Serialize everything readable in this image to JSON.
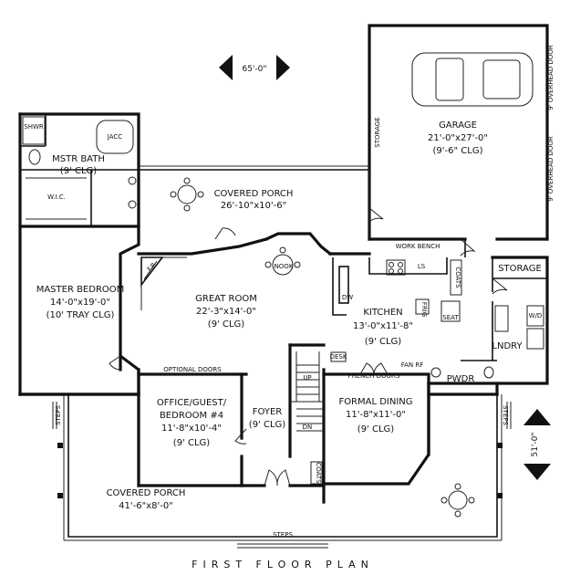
{
  "plan": {
    "title": "FIRST FLOOR PLAN",
    "overall_width": "65'-0\"",
    "overall_depth": "51'-0\"",
    "rooms": {
      "garage": {
        "name": "GARAGE",
        "size": "21'-0\"x27'-0\"",
        "ceiling": "(9'-6\" CLG)"
      },
      "covered_porch_rear": {
        "name": "COVERED PORCH",
        "size": "26'-10\"x10'-6\""
      },
      "master_bath": {
        "name": "MSTR BATH",
        "ceiling": "(9' CLG)"
      },
      "master_bedroom": {
        "name": "MASTER BEDROOM",
        "size": "14'-0\"x19'-0\"",
        "ceiling": "(10' TRAY CLG)"
      },
      "great_room": {
        "name": "GREAT ROOM",
        "size": "22'-3\"x14'-0\"",
        "ceiling": "(9' CLG)"
      },
      "nook": {
        "name": "NOOK"
      },
      "kitchen": {
        "name": "KITCHEN",
        "size": "13'-0\"x11'-8\"",
        "ceiling": "(9' CLG)"
      },
      "office": {
        "name_1": "OFFICE/GUEST/",
        "name_2": "BEDROOM #4",
        "size": "11'-8\"x10'-4\"",
        "ceiling": "(9' CLG)"
      },
      "foyer": {
        "name": "FOYER",
        "ceiling": "(9' CLG)"
      },
      "formal_dining": {
        "name": "FORMAL DINING",
        "size": "11'-8\"x11'-0\"",
        "ceiling": "(9' CLG)"
      },
      "covered_porch_front": {
        "name": "COVERED PORCH",
        "size": "41'-6\"x8'-0\""
      },
      "laundry": {
        "name": "LNDRY"
      },
      "powder": {
        "name": "PWDR"
      },
      "storage_right": {
        "name": "STORAGE"
      }
    },
    "notes": {
      "storage_vertical": "STORAGE",
      "work_bench": "WORK BENCH",
      "fireplace": "F.P.",
      "optional_doors": "OPTIONAL DOORS",
      "french_doors": "FRENCH DOORS",
      "desk": "DESK",
      "fan_rf": "FAN RF",
      "dw": "DW",
      "ls": "LS",
      "coats_kitchen": "COATS",
      "seat": "SEAT",
      "frig": "FRIG",
      "coats_foyer": "COATS",
      "up": "UP",
      "dn": "DN",
      "steps_left": "STEPS",
      "steps_right": "STEPS",
      "steps_front": "STEPS",
      "shower": "SHWR",
      "jacuzzi": "JACC",
      "wic": "W.I.C.",
      "garage_door_1": "9' OVERHEAD DOOR",
      "garage_door_2": "9' OVERHEAD DOOR",
      "wd": "W/D"
    }
  }
}
